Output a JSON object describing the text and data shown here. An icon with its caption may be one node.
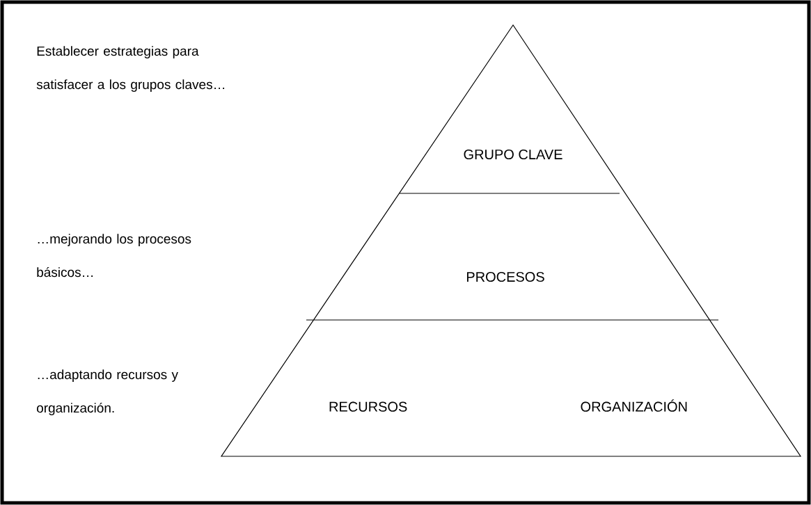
{
  "diagram": {
    "nodes": [
      {
        "text": [
          "GRUPO CLAVE"
        ]
      },
      {
        "text": [
          "PROCESOS"
        ]
      },
      {
        "text": [
          "RECURSOS",
          "ORGANIZACIÓN"
        ]
      }
    ],
    "labels": [
      "Establecer estrategias para satisfacer a los grupos claves…",
      "…mejorando los procesos básicos…",
      "…adaptando recursos y organización."
    ]
  }
}
